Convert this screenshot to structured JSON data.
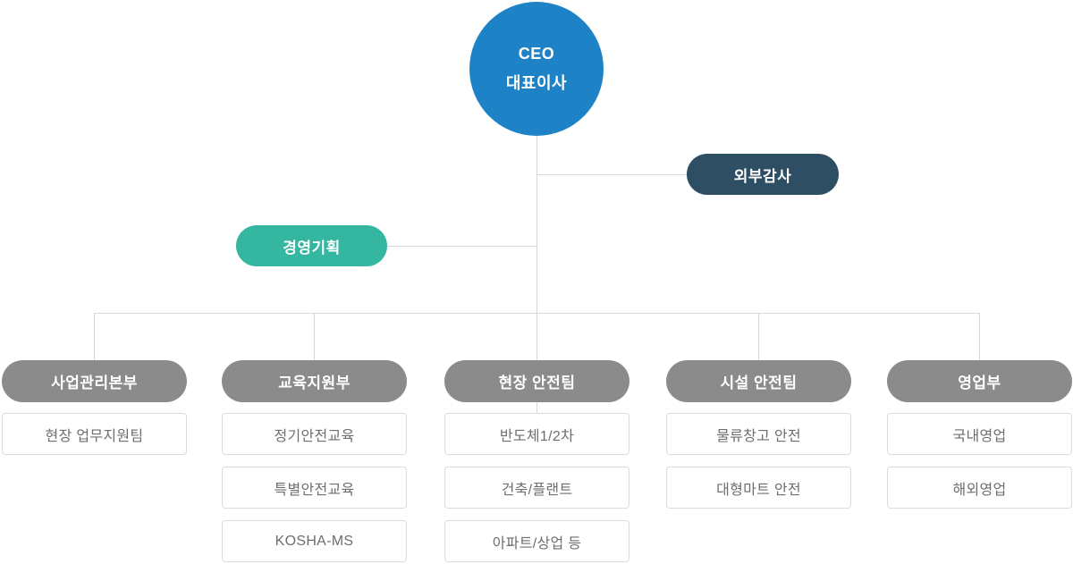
{
  "org_chart": {
    "ceo": {
      "line1": "CEO",
      "line2": "대표이사"
    },
    "audit": {
      "label": "외부감사"
    },
    "planning": {
      "label": "경영기획"
    },
    "departments": [
      {
        "label": "사업관리본부",
        "teams": [
          "현장 업무지원팀"
        ]
      },
      {
        "label": "교육지원부",
        "teams": [
          "정기안전교육",
          "특별안전교육",
          "KOSHA-MS"
        ]
      },
      {
        "label": "현장 안전팀",
        "teams": [
          "반도체1/2차",
          "건축/플랜트",
          "아파트/상업 등"
        ]
      },
      {
        "label": "시설 안전팀",
        "teams": [
          "물류창고 안전",
          "대형마트 안전"
        ]
      },
      {
        "label": "영업부",
        "teams": [
          "국내영업",
          "해외영업"
        ]
      }
    ],
    "colors": {
      "ceo": "#1e82c6",
      "audit": "#2e4e64",
      "planning": "#34b6a0",
      "dept": "#8b8b8b",
      "line": "#d6d6d6",
      "border": "#dcdcdc",
      "text": "#6e6e6e"
    }
  }
}
